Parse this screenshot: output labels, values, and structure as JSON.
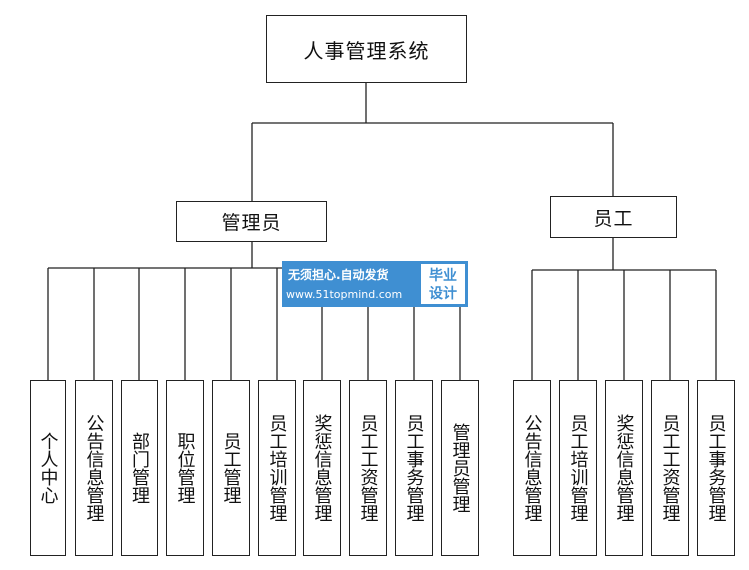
{
  "root": {
    "label": "人事管理系统"
  },
  "branches": [
    {
      "label": "管理员",
      "children": [
        "个人中心",
        "公告信息管理",
        "部门管理",
        "职位管理",
        "员工管理",
        "员工培训管理",
        "奖惩信息管理",
        "员工工资管理",
        "员工事务管理",
        "管理员管理"
      ]
    },
    {
      "label": "员工",
      "children": [
        "公告信息管理",
        "员工培训管理",
        "奖惩信息管理",
        "员工工资管理",
        "员工事务管理"
      ]
    }
  ],
  "watermark": {
    "line1": "无须担心.自动发货",
    "line2": "www.51topmind.com",
    "badge_top": "毕业",
    "badge_bottom": "设计"
  },
  "colors": {
    "line": "#222222",
    "watermark": "#3f8fd2"
  }
}
